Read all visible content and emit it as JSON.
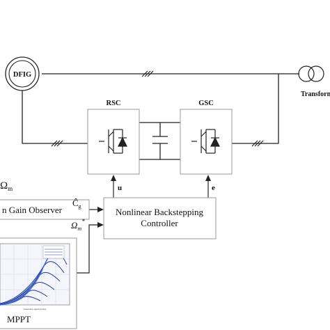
{
  "generator": {
    "label": "DFIG"
  },
  "transformer": {
    "label": "Transform"
  },
  "converters": {
    "rsc": {
      "label": "RSC"
    },
    "gsc": {
      "label": "GSC"
    }
  },
  "signals": {
    "u": "u",
    "e": "e",
    "omega_top": "Ω",
    "omega_top_sub": "m",
    "c_hat": "Ĉ",
    "c_hat_sub": "g",
    "omega_ref": "Ω",
    "omega_ref_sub": "m",
    "omega_ref_sup": "*"
  },
  "controller": {
    "line1": "Nonlinear Backstepping",
    "line2": "Controller"
  },
  "observer": {
    "label": "n Gain Observer"
  },
  "mppt": {
    "label": "MPPT",
    "x_axis_label": "Generator speed (rad/s)"
  },
  "colors": {
    "stroke": "#222222",
    "curve": "#1f3f9a",
    "box_border": "#999999"
  }
}
